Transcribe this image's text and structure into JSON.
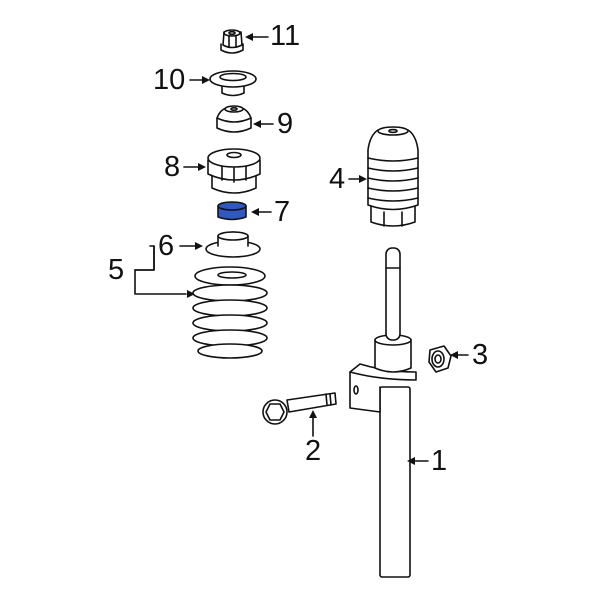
{
  "diagram": {
    "type": "exploded-parts-diagram",
    "subject": "front suspension strut assembly",
    "highlight_color": "#2f58c4",
    "line_color": "#111111",
    "callouts": [
      {
        "number": "1",
        "part": "strut"
      },
      {
        "number": "2",
        "part": "bolt"
      },
      {
        "number": "3",
        "part": "nut"
      },
      {
        "number": "4",
        "part": "dust boot"
      },
      {
        "number": "5",
        "part": "coil spring"
      },
      {
        "number": "6",
        "part": "spring seat"
      },
      {
        "number": "7",
        "part": "bumper",
        "highlighted": true
      },
      {
        "number": "8",
        "part": "upper mount"
      },
      {
        "number": "9",
        "part": "bushing"
      },
      {
        "number": "10",
        "part": "washer"
      },
      {
        "number": "11",
        "part": "nut"
      }
    ]
  }
}
